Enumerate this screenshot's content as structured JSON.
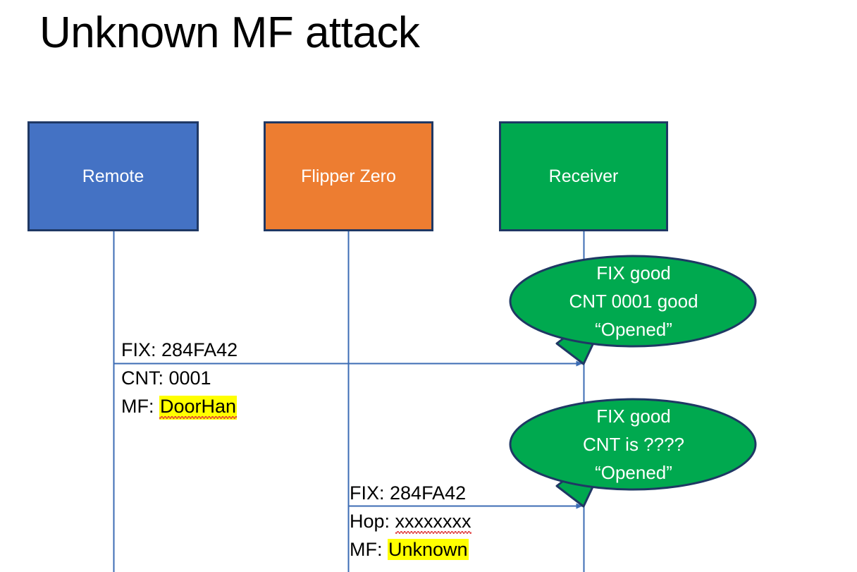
{
  "slide": {
    "title": "Unknown MF attack",
    "background": "#FFFFFF"
  },
  "colors": {
    "remote_fill": "#4472C4",
    "flipper_fill": "#ED7D31",
    "receiver_fill": "#00A94F",
    "box_border": "#1F3864",
    "lifeline": "#4472C4",
    "arrow": "#4472C4",
    "highlight": "#FFFF00",
    "spellcheck_underline": "#E03A3A",
    "callout_fill": "#00A94F",
    "callout_border": "#1F3864",
    "text": "#000000",
    "box_text": "#FFFFFF"
  },
  "actors": [
    {
      "id": "remote",
      "label": "Remote"
    },
    {
      "id": "flipper",
      "label": "Flipper Zero"
    },
    {
      "id": "receiver",
      "label": "Receiver"
    }
  ],
  "messages": [
    {
      "id": "msg-remote-to-receiver",
      "from": "remote",
      "to": "receiver",
      "lines": [
        {
          "prefix": "FIX: ",
          "value": "284FA42",
          "highlight": false,
          "spellcheck": false
        },
        {
          "prefix": "CNT: ",
          "value": "0001",
          "highlight": false,
          "spellcheck": false
        },
        {
          "prefix": "MF: ",
          "value": "DoorHan",
          "highlight": true,
          "spellcheck": true
        }
      ]
    },
    {
      "id": "msg-flipper-to-receiver",
      "from": "flipper",
      "to": "receiver",
      "lines": [
        {
          "prefix": "FIX: ",
          "value": "284FA42",
          "highlight": false,
          "spellcheck": false
        },
        {
          "prefix": "Hop: ",
          "value": "xxxxxxxx",
          "highlight": false,
          "spellcheck": true
        },
        {
          "prefix": "MF: ",
          "value": "Unknown",
          "highlight": true,
          "spellcheck": false
        }
      ]
    }
  ],
  "callouts": [
    {
      "id": "callout-first-reception",
      "lines": [
        "FIX good",
        "CNT 0001 good",
        "“Opened”"
      ]
    },
    {
      "id": "callout-second-reception",
      "lines": [
        "FIX good",
        "CNT is ????",
        "“Opened”"
      ]
    }
  ]
}
